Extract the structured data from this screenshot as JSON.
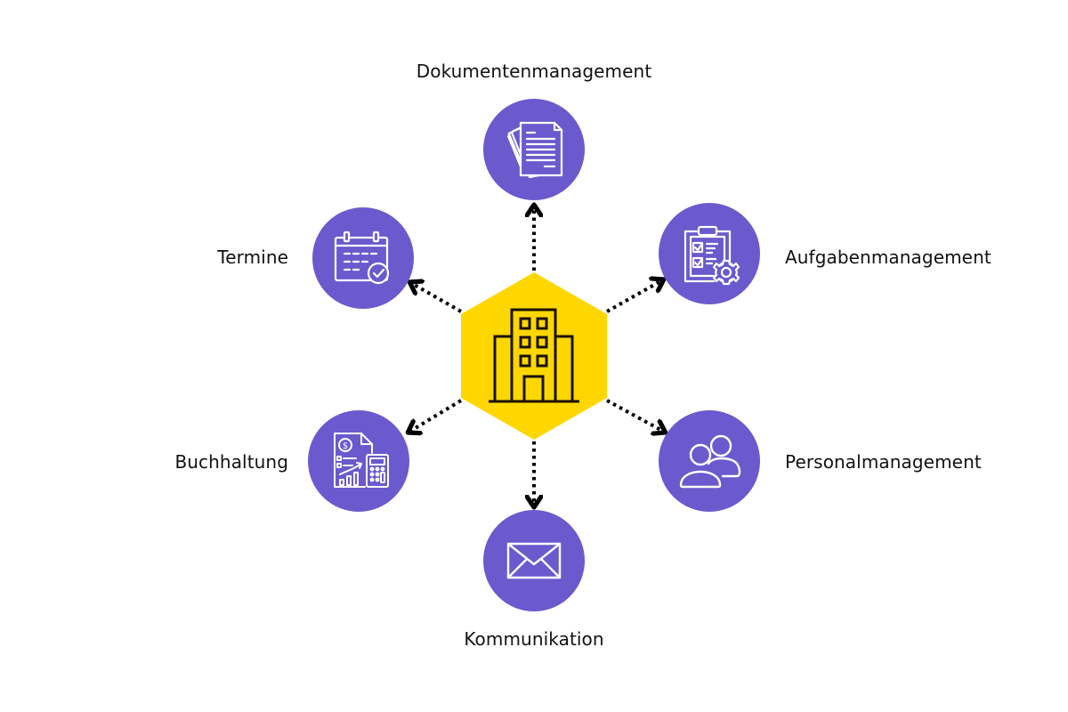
{
  "diagram": {
    "type": "hub-and-spoke",
    "colors": {
      "hub_fill": "#FFD700",
      "node_fill": "#6A5ACD",
      "icon_stroke": "#FFFFFF",
      "arrow": "#000000",
      "label_text": "#111111",
      "background": "#FFFFFF"
    },
    "hub": {
      "shape": "hexagon",
      "icon": "office-building-icon"
    },
    "nodes": [
      {
        "id": "documents",
        "label": "Dokumentenmanagement",
        "icon": "documents-icon",
        "position": "top"
      },
      {
        "id": "tasks",
        "label": "Aufgabenmanagement",
        "icon": "clipboard-checklist-gear-icon",
        "position": "top-right"
      },
      {
        "id": "personnel",
        "label": "Personalmanagement",
        "icon": "users-icon",
        "position": "bottom-right"
      },
      {
        "id": "communication",
        "label": "Kommunikation",
        "icon": "envelope-icon",
        "position": "bottom"
      },
      {
        "id": "accounting",
        "label": "Buchhaltung",
        "icon": "invoice-calculator-icon",
        "position": "bottom-left"
      },
      {
        "id": "appointments",
        "label": "Termine",
        "icon": "calendar-check-icon",
        "position": "top-left"
      }
    ],
    "edges": [
      {
        "from": "hub",
        "to": "documents",
        "style": "dotted-arrow"
      },
      {
        "from": "hub",
        "to": "tasks",
        "style": "dotted-arrow"
      },
      {
        "from": "hub",
        "to": "personnel",
        "style": "dotted-arrow"
      },
      {
        "from": "hub",
        "to": "communication",
        "style": "dotted-arrow"
      },
      {
        "from": "hub",
        "to": "accounting",
        "style": "dotted-arrow"
      },
      {
        "from": "hub",
        "to": "appointments",
        "style": "dotted-arrow"
      }
    ]
  }
}
